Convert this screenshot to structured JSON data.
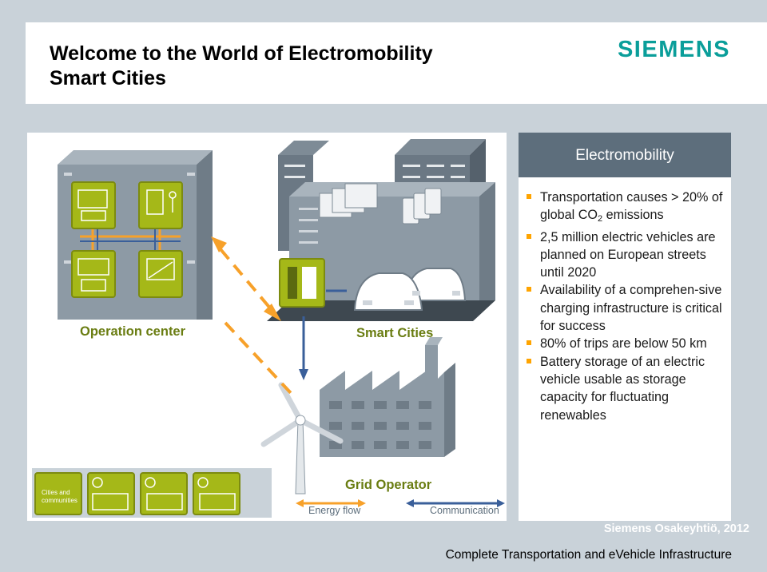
{
  "header": {
    "title_line1": "Welcome to the World of Electromobility",
    "title_line2": "Smart Cities",
    "logo": "SIEMENS"
  },
  "diagram": {
    "labels": {
      "operation_center": "Operation center",
      "smart_cities": "Smart Cities",
      "grid_operator": "Grid Operator",
      "cities_communities": "Cities and communities"
    },
    "legend": {
      "energy_flow": "Energy flow",
      "communication": "Communication"
    },
    "colors": {
      "building": "#8d9aa5",
      "building_dark": "#6f7c87",
      "tile": "#a5b818",
      "energy": "#f7a12a",
      "communication": "#3a5f9a",
      "label": "#6a7d12"
    }
  },
  "panel": {
    "heading": "Electromobility",
    "bullets": [
      {
        "pre": "Transportation causes > 20% of global CO",
        "sub": "2",
        "post": " emissions"
      },
      {
        "pre": "2,5 million electric vehicles are planned on European streets until 2020",
        "sub": "",
        "post": ""
      },
      {
        "pre": "Availability of a comprehen-sive charging infrastructure is critical for success",
        "sub": "",
        "post": ""
      },
      {
        "pre": "80% of trips are below 50 km",
        "sub": "",
        "post": ""
      },
      {
        "pre": "Battery storage of an electric vehicle usable as storage capacity for fluctuating renewables",
        "sub": "",
        "post": ""
      }
    ]
  },
  "footer": {
    "company": "Siemens Osakeyhtiö, 2012",
    "title": "Complete Transportation and eVehicle Infrastructure"
  }
}
